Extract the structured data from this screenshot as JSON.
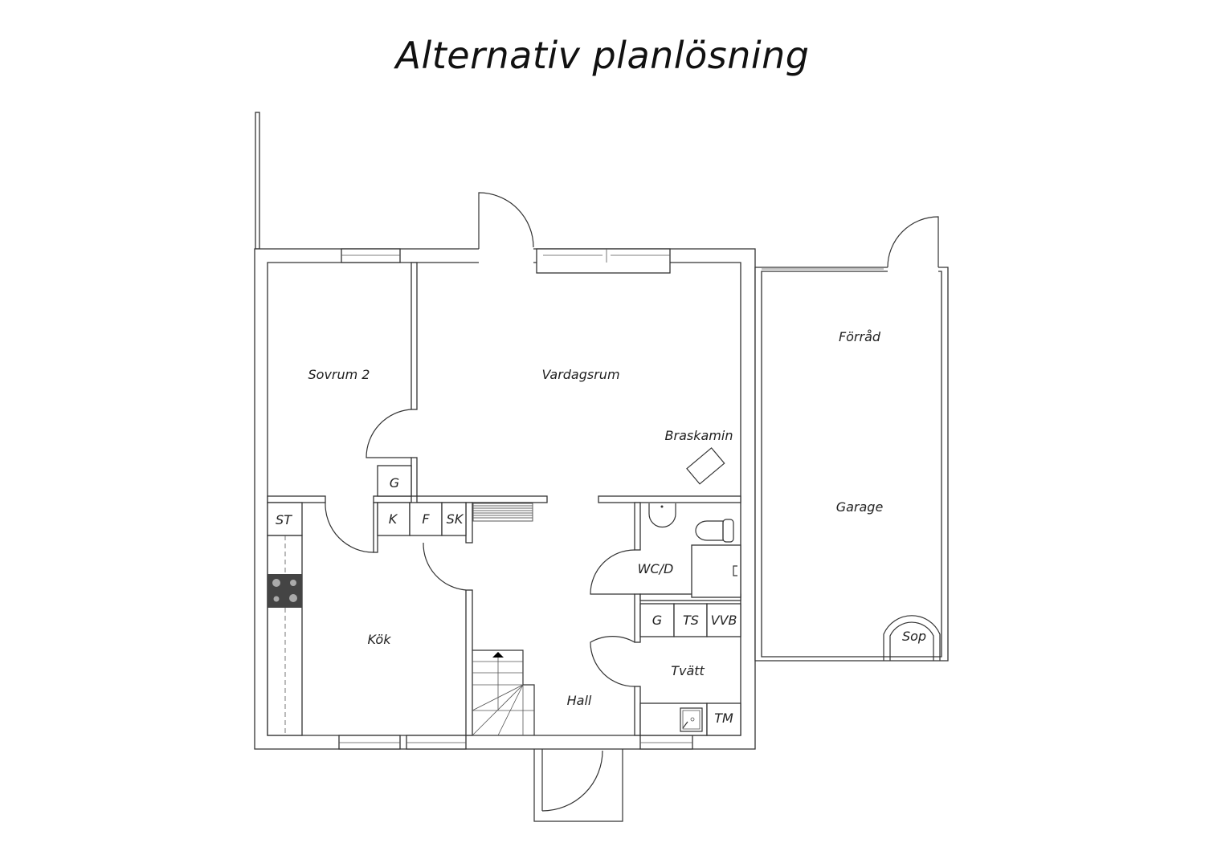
{
  "title": "Alternativ planlösning",
  "rooms": {
    "sovrum2": "Sovrum 2",
    "vardagsrum": "Vardagsrum",
    "braskamin": "Braskamin",
    "forrad": "Förråd",
    "garage": "Garage",
    "sop": "Sop",
    "kok": "Kök",
    "hall": "Hall",
    "wcd": "WC/D",
    "tvatt": "Tvätt"
  },
  "fixtures": {
    "g_closet": "G",
    "k": "K",
    "f": "F",
    "sk": "SK",
    "st": "ST",
    "g_laundry": "G",
    "ts": "TS",
    "vvb": "VVB",
    "tm": "TM"
  }
}
